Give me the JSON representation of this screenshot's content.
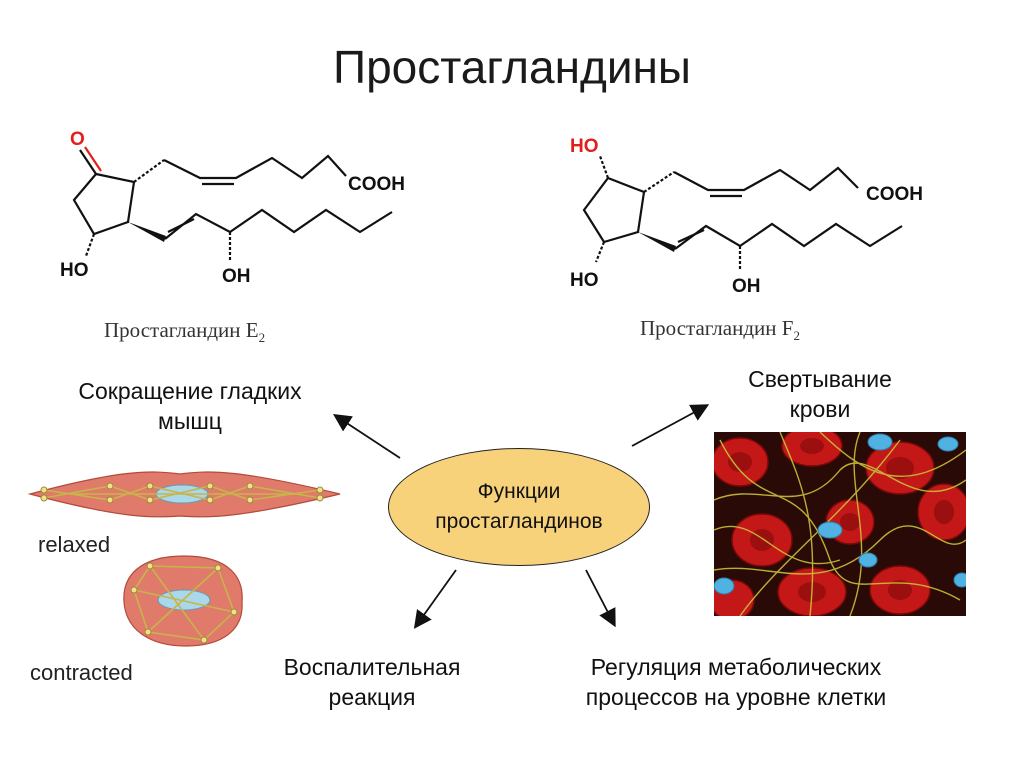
{
  "slide": {
    "title": "Простагландины"
  },
  "molecules": {
    "e2": {
      "caption": "Простагландин E",
      "caption_sub": "2",
      "atoms": {
        "ketone_o": "O",
        "cooh": "COOH",
        "ring_ho": "HO",
        "chain_oh": "OH"
      }
    },
    "f2": {
      "caption": "Простагландин F",
      "caption_sub": "2",
      "atoms": {
        "top_ho": "HO",
        "cooh": "COOH",
        "ring_ho": "HO",
        "chain_oh": "OH"
      }
    }
  },
  "center": {
    "line1": "Функции",
    "line2": "простагландинов"
  },
  "functions": {
    "smooth_muscle": {
      "line1": "Сокращение гладких",
      "line2": "мышц"
    },
    "blood_clotting": {
      "line1": "Свертывание",
      "line2": "крови"
    },
    "inflammation": {
      "line1": "Воспалительная",
      "line2": "реакция"
    },
    "metabolism": {
      "line1": "Регуляция метаболических",
      "line2": "процессов на уровне клетки"
    }
  },
  "muscle_figure": {
    "relaxed": "relaxed",
    "contracted": "contracted"
  },
  "colors": {
    "heteroatom_red": "#e0201b",
    "ellipse_fill": "#f8d27a",
    "muscle_fill": "#e07a6a",
    "nucleus_fill": "#a8d8ea",
    "blood_cell": "#c41818",
    "fibrin": "#c8c23a"
  }
}
